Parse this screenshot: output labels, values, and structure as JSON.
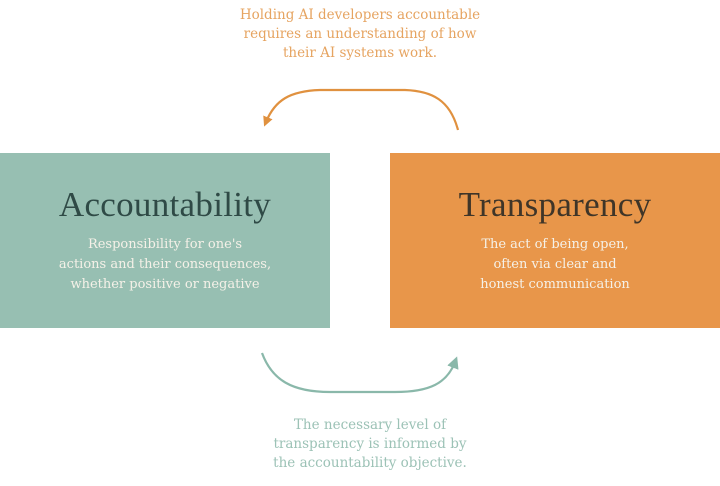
{
  "top_caption": {
    "lines": [
      "Holding AI developers accountable",
      "requires an understanding of how",
      "their AI systems work."
    ],
    "color": "#e6a461"
  },
  "accountability": {
    "title": "Accountability",
    "description_lines": [
      "Responsibility for one's",
      "actions and their consequences,",
      "whether positive or negative"
    ],
    "color": "#97bfb2"
  },
  "transparency": {
    "title": "Transparency",
    "description_lines": [
      "The act of being open,",
      "often via clear and",
      "honest communication"
    ],
    "color": "#e8964a"
  },
  "bottom_caption": {
    "lines": [
      "The necessary level of",
      "transparency is informed by",
      "the accountability objective."
    ],
    "color": "#9cc2b6"
  },
  "arrows": [
    {
      "from": "transparency",
      "to": "accountability",
      "color": "#e0913f",
      "position": "top"
    },
    {
      "from": "accountability",
      "to": "transparency",
      "color": "#8ab8aa",
      "position": "bottom"
    }
  ]
}
